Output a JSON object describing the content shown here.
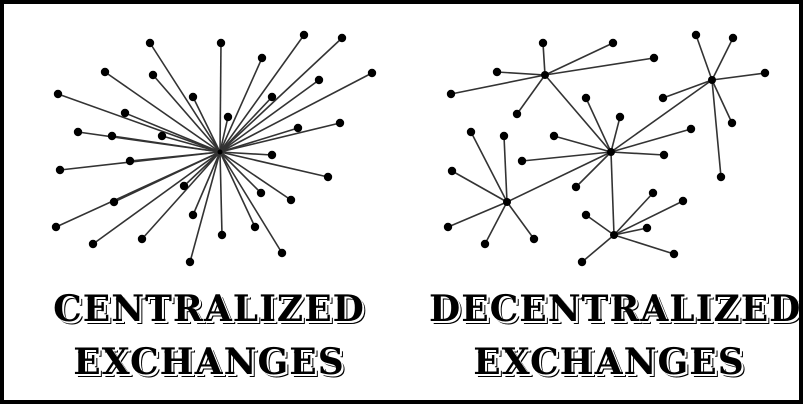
{
  "centralized": {
    "title_line1": "CENTRALIZED",
    "title_line2": "EXCHANGES"
  },
  "decentralized": {
    "title_line1": "DECENTRALIZED",
    "title_line2": "EXCHANGES"
  },
  "colors": {
    "line": "#333333",
    "node": "#000000",
    "border": "#000000"
  }
}
